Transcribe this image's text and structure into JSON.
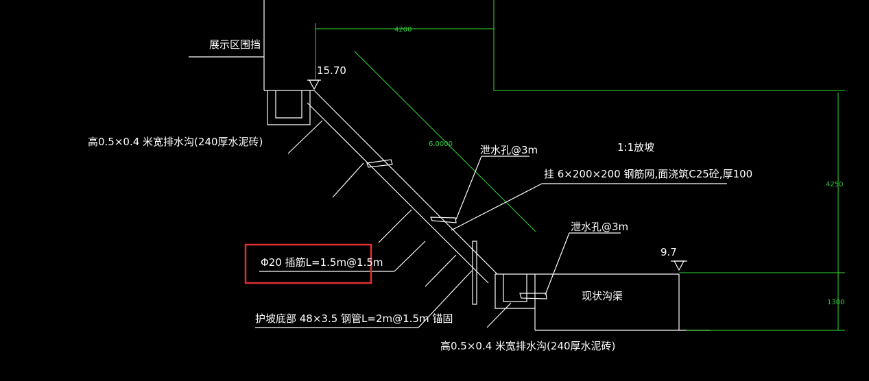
{
  "labels": {
    "wall": "展示区围挡",
    "elev_top": "15.70",
    "drain_top": "高0.5×0.4 米宽排水沟(240厚水泥砖)",
    "weep_upper": "泄水孔@3m",
    "slope_ratio": "1:1放坡",
    "mesh": "挂 6×200×200 钢筋网,面浇筑C25砼,厚100",
    "weep_lower": "泄水孔@3m",
    "elev_bottom": "9.7",
    "bars": "Φ20 插筋L=1.5m@1.5m",
    "channel": "现状沟渠",
    "anchor": "护坡底部 48×3.5 钢管L=2m@1.5m 锚固",
    "drain_bottom": "高0.5×0.4 米宽排水沟(240厚水泥砖)"
  },
  "dimensions": {
    "top_width": "4200",
    "slope_length": "6.0000",
    "height_upper": "4250",
    "height_lower": "1300"
  },
  "colors": {
    "line": "#ffffff",
    "dimension": "#33dd33",
    "highlight": "#e03030"
  }
}
